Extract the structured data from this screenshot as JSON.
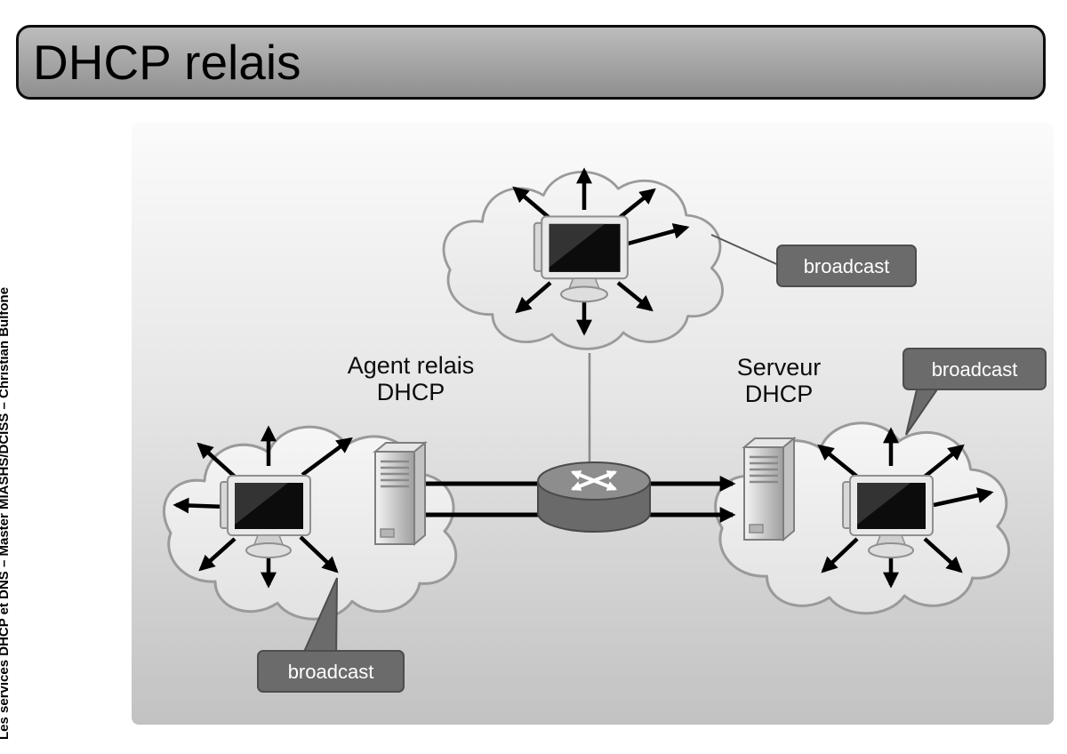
{
  "slide": {
    "title": "DHCP relais",
    "sidebar": "Les services DHCP et DNS – Master MIASHS/DCISS – Christian Bulfone"
  },
  "diagram": {
    "labels": {
      "agent": {
        "line1": "Agent relais",
        "line2": "DHCP"
      },
      "server": {
        "line1": "Serveur",
        "line2": "DHCP"
      }
    },
    "callouts": {
      "top": "broadcast",
      "right": "broadcast",
      "left": "broadcast"
    },
    "icons": {
      "computer": "computer-monitor-icon",
      "server": "server-tower-icon",
      "router": "router-icon",
      "broadcast_arrows": "radiating-arrows-icon"
    },
    "colors": {
      "callout_bg": "#6b6b6b",
      "callout_text": "#ffffff",
      "cloud_fill": "#ececec",
      "cloud_stroke": "#9a9a9a",
      "canvas_gradient_top": "#fbfbfb",
      "canvas_gradient_bottom": "#c2c2c2",
      "title_bar_gradient_top": "#bcbcbc",
      "title_bar_gradient_bottom": "#8f8f8f"
    }
  }
}
